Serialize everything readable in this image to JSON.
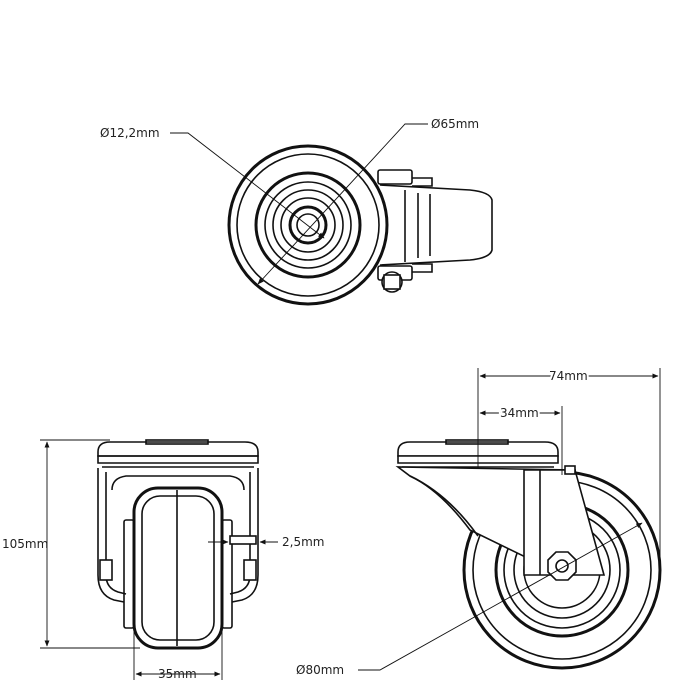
{
  "dimensions": {
    "bolt_hole": "Ø12,2mm",
    "top_wheel": "Ø65mm",
    "total_width": "74mm",
    "offset": "34mm",
    "height": "105mm",
    "gap": "2,5mm",
    "tread_width": "35mm",
    "wheel_diameter": "Ø80mm"
  },
  "colors": {
    "line": "#111111",
    "background": "#ffffff"
  }
}
